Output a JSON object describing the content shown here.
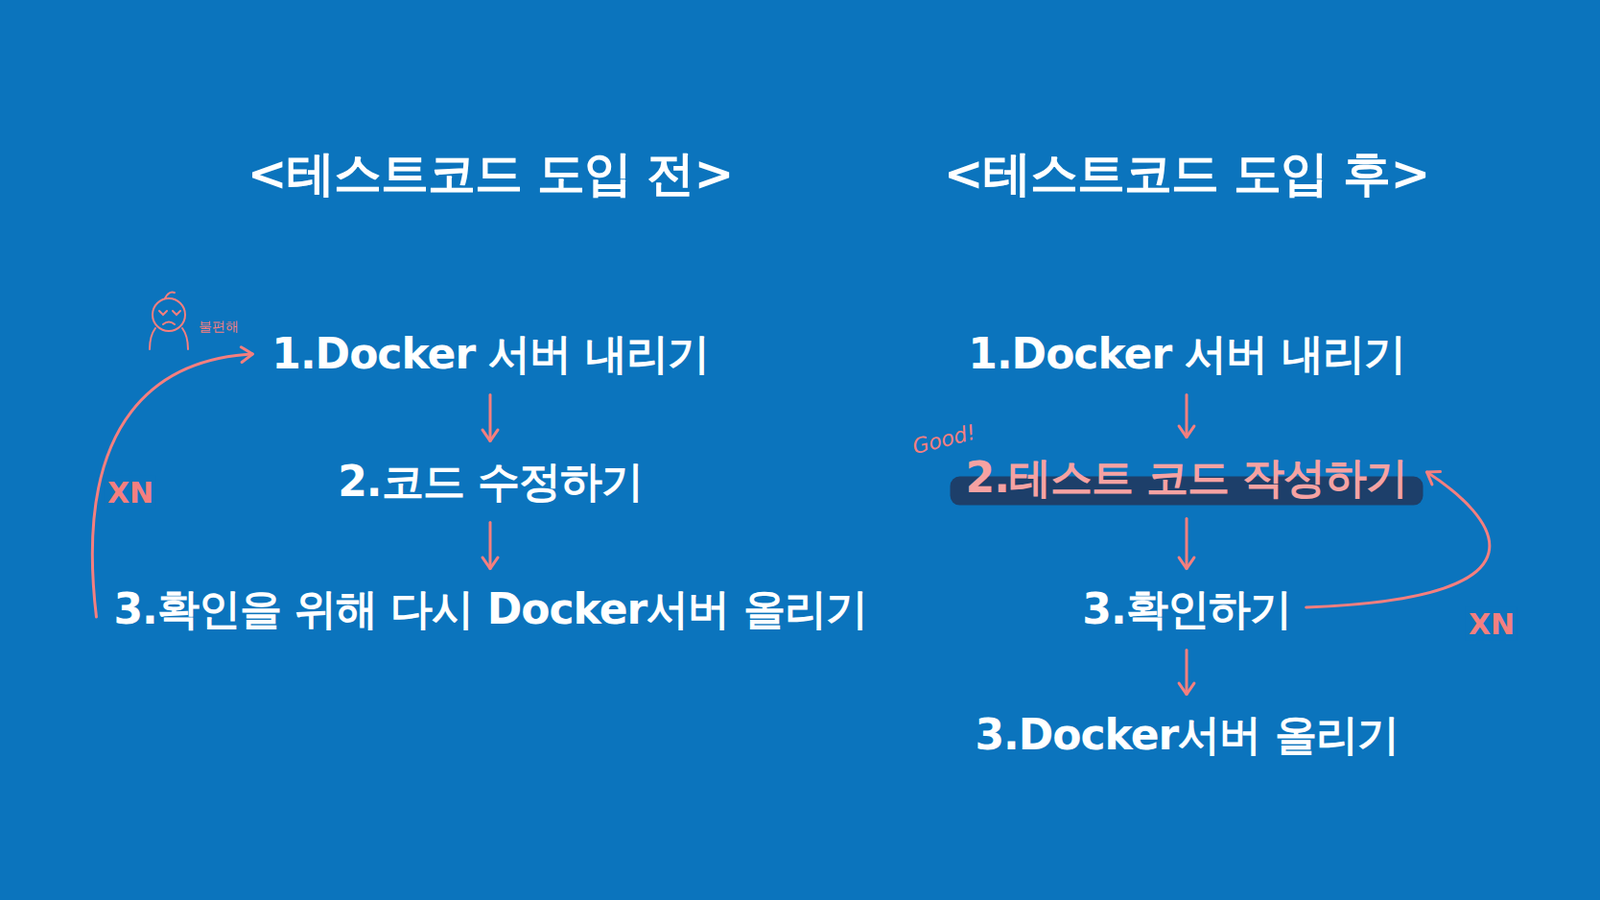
{
  "diagram": {
    "nodes": [
      {
        "text": [
          "1.Docker 서버 내리기"
        ]
      },
      {
        "text": [
          "2.코드 수정하기"
        ]
      },
      {
        "text": [
          "3.확인을 위해 다시 Docker서버 올리기"
        ]
      },
      {
        "text": [
          "1.Docker 서버 내리기"
        ]
      },
      {
        "text": [
          "2.테스트 코드 작성하기"
        ]
      },
      {
        "text": [
          "3.확인하기"
        ]
      },
      {
        "text": [
          "3.Docker서버 올리기"
        ]
      }
    ],
    "edges": [
      {
        "from": 0,
        "to": 1,
        "arrow": "to"
      },
      {
        "from": 1,
        "to": 2,
        "arrow": "to"
      },
      {
        "from": 2,
        "to": 0,
        "arrow": "to",
        "label": "XN"
      },
      {
        "from": 3,
        "to": 4,
        "arrow": "to"
      },
      {
        "from": 4,
        "to": 5,
        "arrow": "to"
      },
      {
        "from": 5,
        "to": 6,
        "arrow": "to"
      },
      {
        "from": 5,
        "to": 4,
        "arrow": "to",
        "label": "XN"
      }
    ],
    "labels": [
      "<테스트코드 도입 전>",
      "<테스트코드 도입 후>",
      "불편해",
      "Good!"
    ]
  }
}
